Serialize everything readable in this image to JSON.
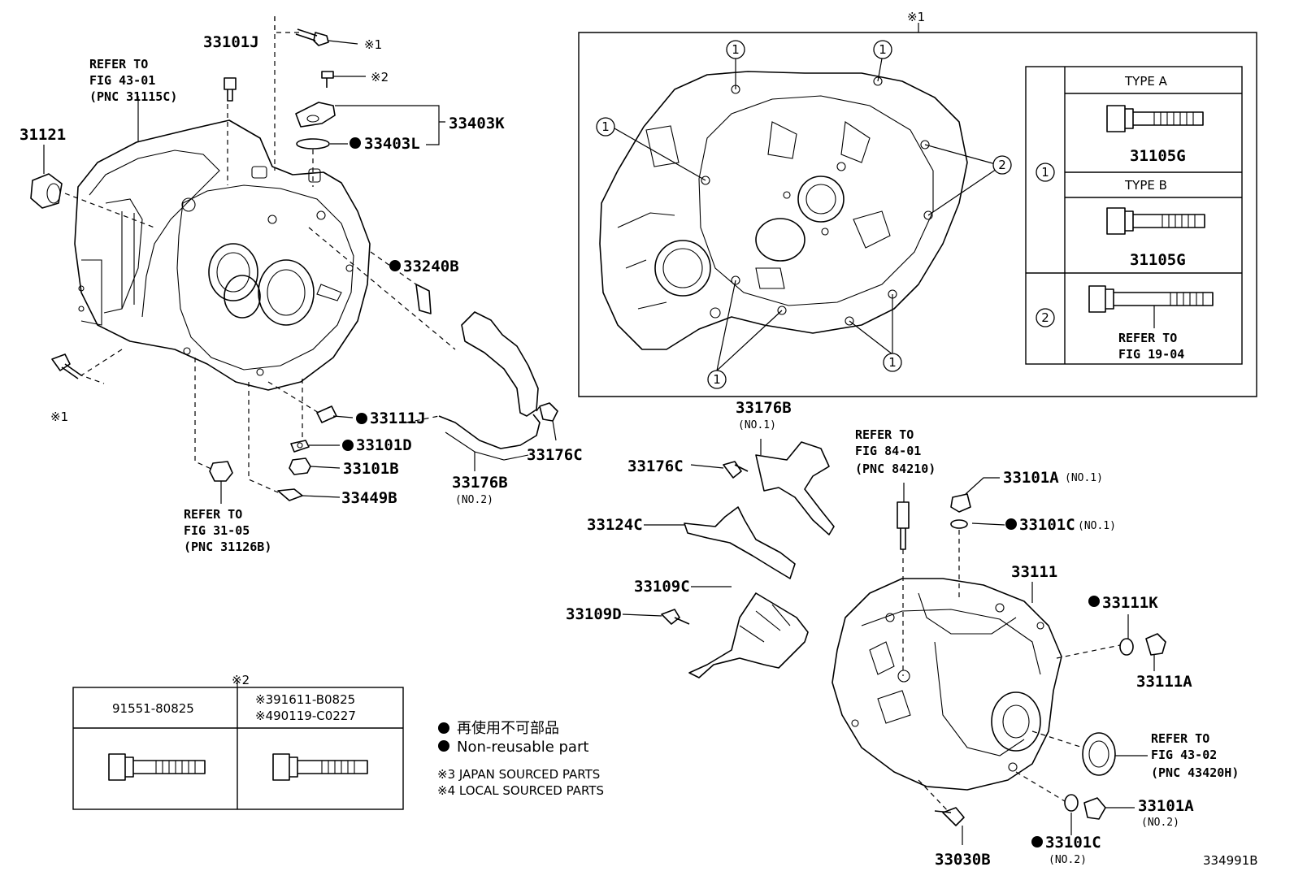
{
  "diagram_id": "334991B",
  "callouts": [
    {
      "id": "c-33101J",
      "text": "33101J"
    },
    {
      "id": "c-x1-top",
      "text": "※1"
    },
    {
      "id": "c-x2-top",
      "text": "※2"
    },
    {
      "id": "c-33403K",
      "text": "33403K"
    },
    {
      "id": "c-33403L",
      "text": "33403L"
    },
    {
      "id": "c-31121",
      "text": "31121"
    },
    {
      "id": "c-33240B",
      "text": "33240B"
    },
    {
      "id": "c-x1-left",
      "text": "※1"
    },
    {
      "id": "c-33111J",
      "text": "33111J"
    },
    {
      "id": "c-33101D",
      "text": "33101D"
    },
    {
      "id": "c-33101B",
      "text": "33101B"
    },
    {
      "id": "c-33449B",
      "text": "33449B"
    },
    {
      "id": "c-33176B-no2",
      "text": "33176B"
    },
    {
      "id": "c-33176C-left",
      "text": "33176C"
    },
    {
      "id": "c-33176B-no1",
      "text": "33176B"
    },
    {
      "id": "c-33176C-right",
      "text": "33176C"
    },
    {
      "id": "c-33124C",
      "text": "33124C"
    },
    {
      "id": "c-33109C",
      "text": "33109C"
    },
    {
      "id": "c-33109D",
      "text": "33109D"
    },
    {
      "id": "c-33101A-no1",
      "text": "33101A"
    },
    {
      "id": "c-33101C-no1",
      "text": "33101C"
    },
    {
      "id": "c-33111",
      "text": "33111"
    },
    {
      "id": "c-33111K",
      "text": "33111K"
    },
    {
      "id": "c-33111A",
      "text": "33111A"
    },
    {
      "id": "c-33101A-no2",
      "text": "33101A"
    },
    {
      "id": "c-33101C-no2",
      "text": "33101C"
    },
    {
      "id": "c-33030B",
      "text": "33030B"
    }
  ],
  "sublabels": {
    "no1": "(NO.1)",
    "no2": "(NO.2)"
  },
  "refs": {
    "fig4301": [
      "REFER TO",
      "FIG 43-01",
      "(PNC 31115C)"
    ],
    "fig3105": [
      "REFER TO",
      "FIG 31-05",
      "(PNC 31126B)"
    ],
    "fig8401": [
      "REFER TO",
      "FIG 84-01",
      "(PNC 84210)"
    ],
    "fig4302": [
      "REFER TO",
      "FIG 43-02",
      "(PNC 43420H)"
    ]
  },
  "inset_x1": {
    "title": "※1",
    "circle_1": "1",
    "circle_2": "2",
    "type_a": "TYPE A",
    "type_b": "TYPE B",
    "part_a": "31105G",
    "part_b": "31105G",
    "refer_to": "REFER TO",
    "refer_fig": "FIG 19-04"
  },
  "inset_x2": {
    "title": "※2",
    "col1": "91551-80825",
    "col2_line1": "※391611-B0825",
    "col2_line2": "※490119-C0227"
  },
  "legend": {
    "jp": "再使用不可部品",
    "en": "Non-reusable part",
    "japan": "※3 JAPAN SOURCED PARTS",
    "local": "※4 LOCAL SOURCED PARTS"
  }
}
